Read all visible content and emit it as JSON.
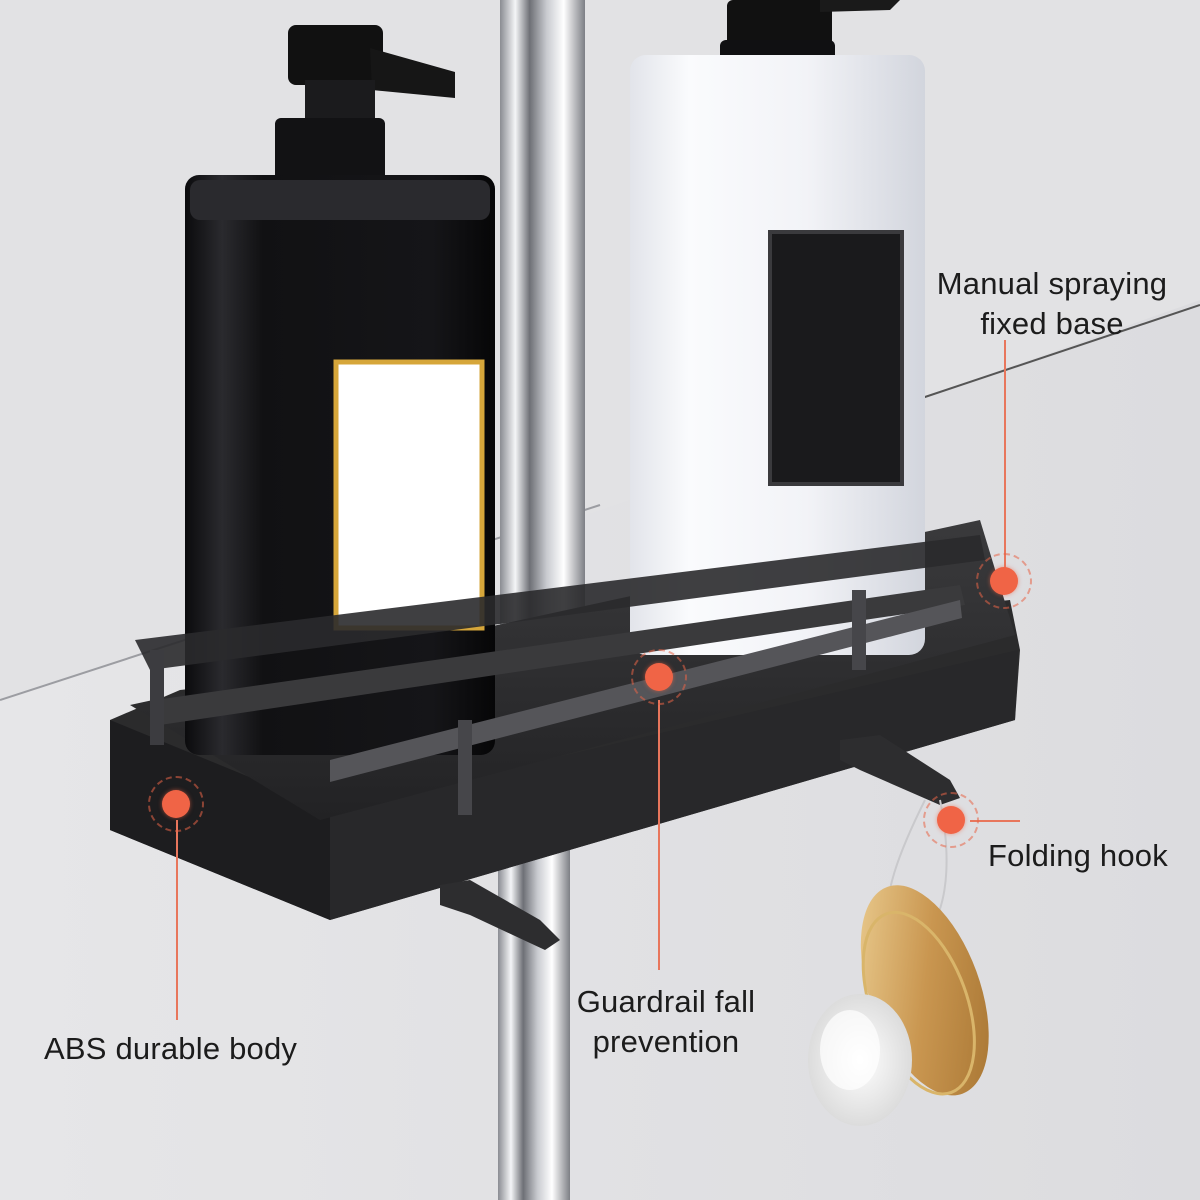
{
  "product_photo": {
    "subject": "shower rail caddy shelf with soap dispensers and hanging face brush"
  },
  "callouts": {
    "manual_spraying": {
      "line1": "Manual spraying",
      "line2": "fixed base"
    },
    "folding_hook": {
      "label": "Folding hook"
    },
    "guardrail": {
      "line1": "Guardrail fall",
      "line2": "prevention"
    },
    "abs_body": {
      "label": "ABS durable body"
    }
  },
  "colors": {
    "marker": "#f06446",
    "text": "#1c1c1c",
    "background": "#e4e4e6",
    "shelf": "#2b2b2c",
    "black_bottle": "#121214",
    "white_bottle": "#f4f5f8",
    "chrome": "#c9cbd0"
  },
  "icons": [
    "marker-dot-icon"
  ]
}
